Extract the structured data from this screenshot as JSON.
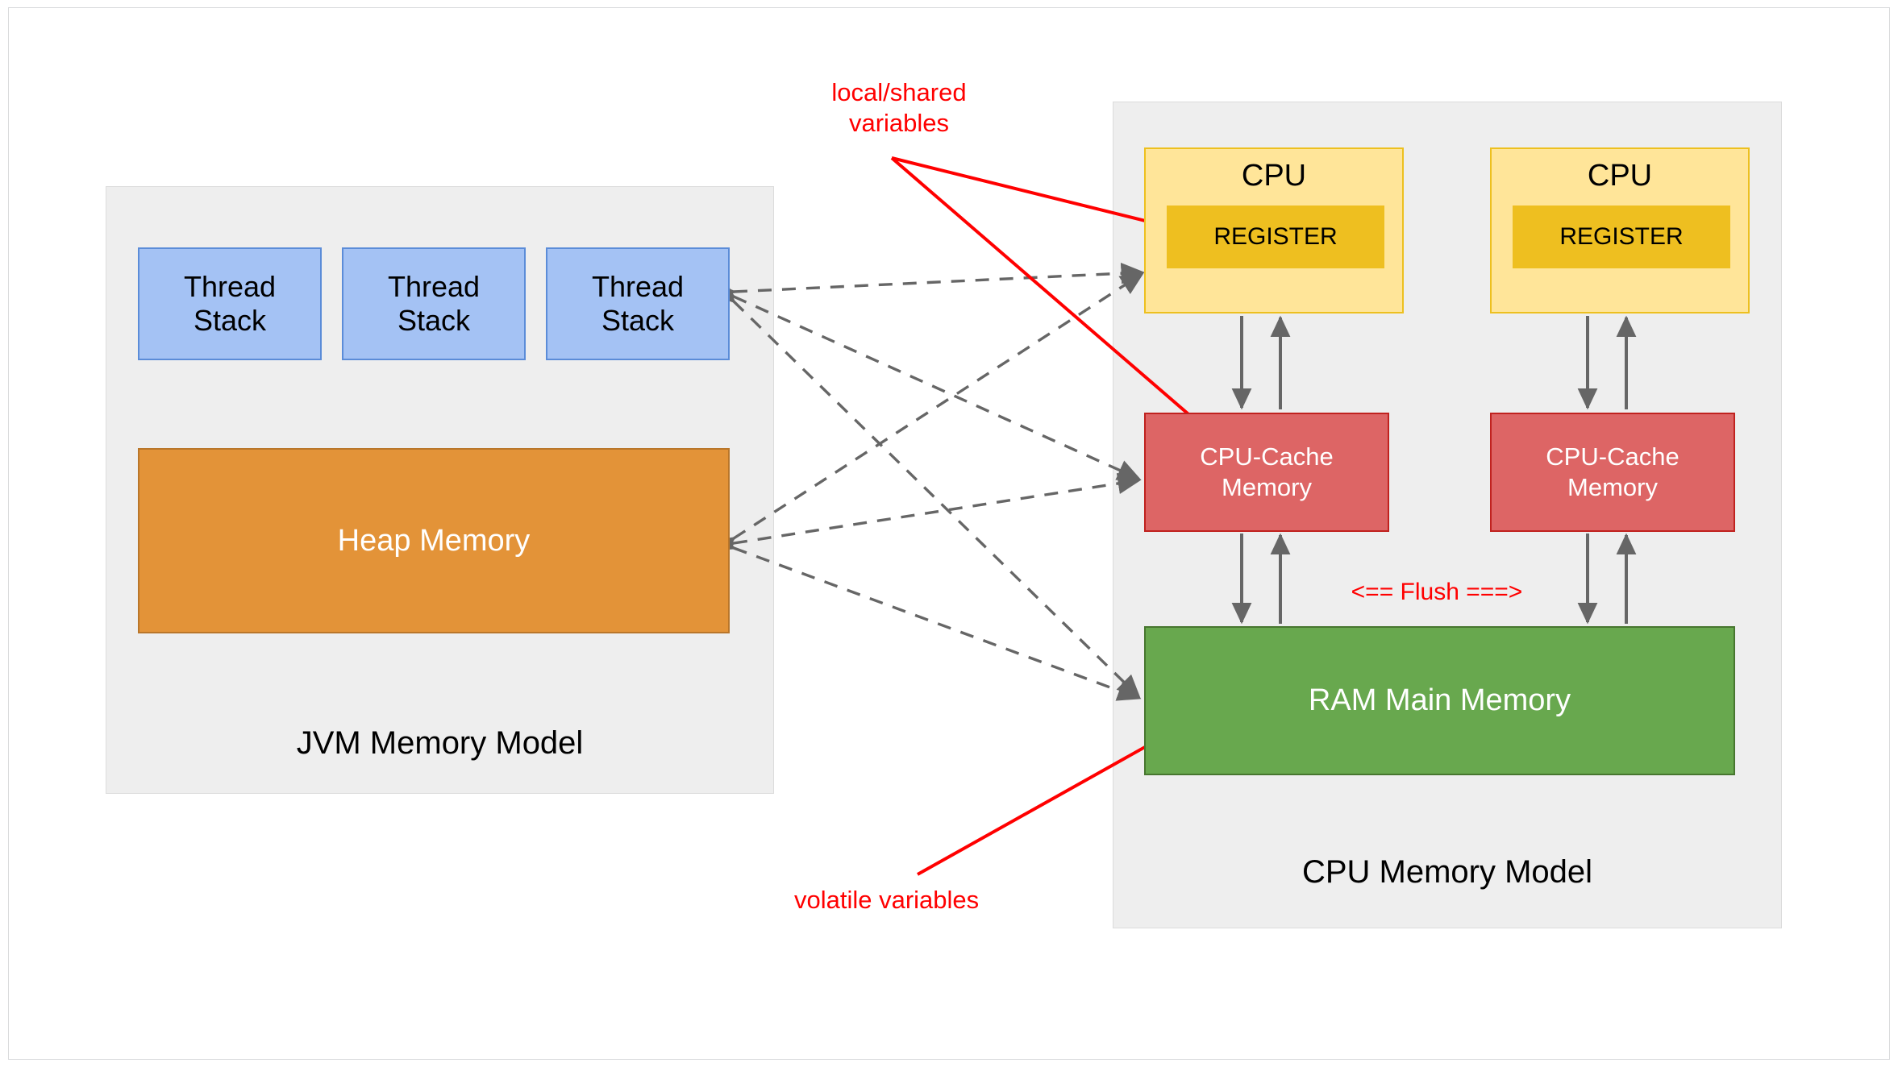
{
  "diagram": {
    "title_hidden": "",
    "groups": [
      {
        "id": "jvm",
        "caption": "JVM Memory Model"
      },
      {
        "id": "cpu",
        "caption": "CPU Memory Model"
      }
    ],
    "jvm": {
      "caption": "JVM Memory Model",
      "thread_stacks": [
        {
          "label": "Thread\nStack"
        },
        {
          "label": "Thread\nStack"
        },
        {
          "label": "Thread\nStack"
        }
      ],
      "heap": {
        "label": "Heap Memory"
      }
    },
    "cpu": {
      "caption": "CPU Memory Model",
      "cpus": [
        {
          "title": "CPU",
          "register": "REGISTER",
          "cache": "CPU-Cache\nMemory"
        },
        {
          "title": "CPU",
          "register": "REGISTER",
          "cache": "CPU-Cache\nMemory"
        }
      ],
      "ram": {
        "label": "RAM Main Memory"
      }
    },
    "annotations": {
      "local_shared": "local/shared\nvariables",
      "volatile": "volatile variables",
      "flush": "<== Flush ===>"
    },
    "colors": {
      "thread_stack_fill": "#a4c2f4",
      "thread_stack_border": "#5b8cd8",
      "heap_fill": "#e39338",
      "heap_border": "#b9762a",
      "cpu_fill": "#ffe599",
      "cpu_border": "#edc01f",
      "register_fill": "#eebf20",
      "cache_fill": "#dd6565",
      "cache_border": "#c0221f",
      "ram_fill": "#68a84e",
      "ram_border": "#47762f",
      "group_fill": "#eeeeee",
      "group_border": "#dcdcdc",
      "annotation_red": "#ff0000",
      "connector_gray": "#666666",
      "page_bg": "#ffffff"
    }
  }
}
